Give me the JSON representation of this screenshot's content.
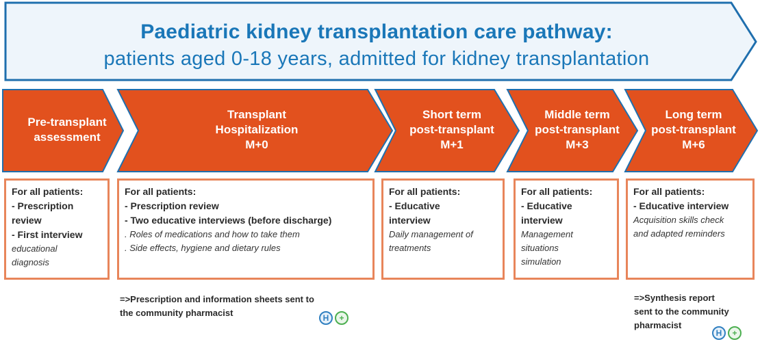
{
  "header": {
    "title": "Paediatric kidney transplantation care pathway:",
    "subtitle": "patients aged 0-18 years, admitted for kidney transplantation"
  },
  "stages": [
    {
      "lines": [
        "Pre-transplant",
        "assessment"
      ]
    },
    {
      "lines": [
        "Transplant",
        "Hospitalization",
        "M+0"
      ]
    },
    {
      "lines": [
        "Short term",
        "post-transplant",
        "M+1"
      ]
    },
    {
      "lines": [
        "Middle term",
        "post-transplant",
        "M+3"
      ]
    },
    {
      "lines": [
        "Long term",
        "post-transplant",
        "M+6"
      ]
    }
  ],
  "boxes": [
    {
      "header": "For all patients:",
      "b1": "- Prescription",
      "b2": "review",
      "b3": "- First interview",
      "i1": "educational",
      "i2": "diagnosis"
    },
    {
      "header": "For all patients:",
      "b1": "- Prescription review",
      "b2": "- Two educative interviews (before discharge)",
      "i1": ". Roles of medications and how to take them",
      "i2": ". Side effects, hygiene and dietary rules"
    },
    {
      "header": "For all patients:",
      "b1": "- Educative",
      "b2": "interview",
      "i1": "Daily management of",
      "i2": "treatments"
    },
    {
      "header": "For all patients:",
      "b1": "- Educative",
      "b2": "interview",
      "i1": "Management",
      "i2": "situations",
      "i3": "simulation"
    },
    {
      "header": "For all patients:",
      "b1": "- Educative interview",
      "i1": "Acquisition skills check",
      "i2": "and adapted reminders"
    }
  ],
  "notes": {
    "hospital": [
      "=>Prescription and information sheets sent to",
      "the community pharmacist"
    ],
    "longterm": [
      "=>Synthesis report",
      "sent to the community",
      "pharmacist"
    ]
  },
  "icons": {
    "hospital_letter": "H",
    "pharmacy_symbol": "+"
  },
  "colors": {
    "arrow_fill": "#e2511e",
    "arrow_stroke": "#1f6fae",
    "banner_fill": "#eef5fb",
    "title": "#1a77b8",
    "box_border": "#e8855a"
  }
}
